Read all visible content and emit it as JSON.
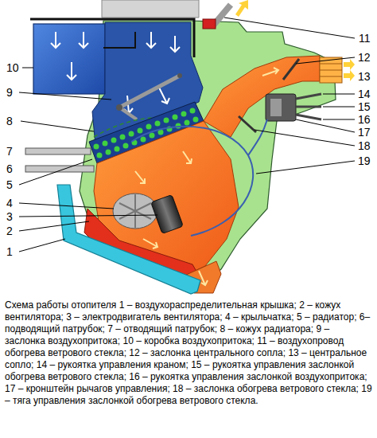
{
  "diagram": {
    "caption": "Схема работы отопителя 1 – воздухораспределительная крышка; 2 – кожух вентилятора; 3 – электродвигатель вентилятора; 4 – крыльчатка; 5 – радиатор; 6– подводящий патрубок; 7 – отводящий патрубок; 8 – кожух радиатора; 9 – заслонка воздухопритока; 10 – коробка воздухопритока; 11 – воздухопровод обогрева ветрового стекла; 12 – заслонка центрального сопла; 13 – центральное сопло; 14 – рукоятка управления краном; 15 – рукоятка управления заслонкой обогрева ветрового стекла; 16 – рукоятка управления заслонкой воздухопритока; 17 – кронштейн рычагов управления; 18 – заслонка обогрева ветрового стекла; 19 – тяга управления заслонкой обогрева ветрового стекла.",
    "labels": [
      "10",
      "9",
      "8",
      "7",
      "6",
      "5",
      "4",
      "3",
      "2",
      "1",
      "11",
      "12",
      "13",
      "14",
      "15",
      "16",
      "17",
      "18",
      "19"
    ]
  }
}
